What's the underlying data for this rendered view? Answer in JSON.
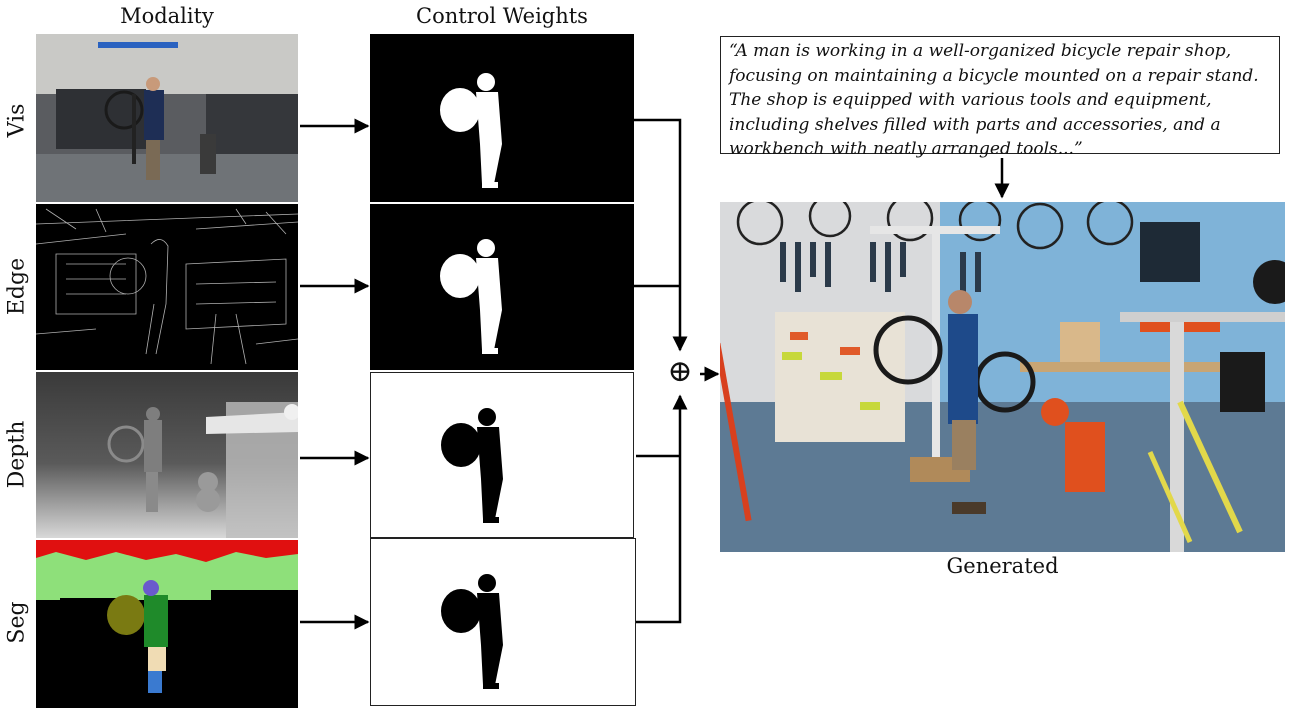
{
  "headers": {
    "modality": "Modality",
    "control_weights": "Control Weights",
    "generated": "Generated"
  },
  "rows": [
    {
      "label": "Vis"
    },
    {
      "label": "Edge"
    },
    {
      "label": "Depth"
    },
    {
      "label": "Seg"
    }
  ],
  "caption": "“A man is working in a well-organized bicycle repair shop, focusing on maintaining a bicycle mounted on a repair stand. The shop is equipped with various tools and equipment, including shelves filled with parts and accessories, and a workbench with neatly arranged tools...”",
  "operator_symbol": "⊕",
  "colors": {
    "seg_red": "#e01010",
    "seg_green": "#8ee07a",
    "seg_person_green": "#1f8a2a",
    "seg_purple": "#6a5acd",
    "seg_olive": "#7a7a12",
    "seg_blue": "#3a7ad0",
    "seg_skin": "#f0dcb4",
    "shop_wall": "#7fb3d8",
    "shop_floor": "#5d7a94"
  }
}
